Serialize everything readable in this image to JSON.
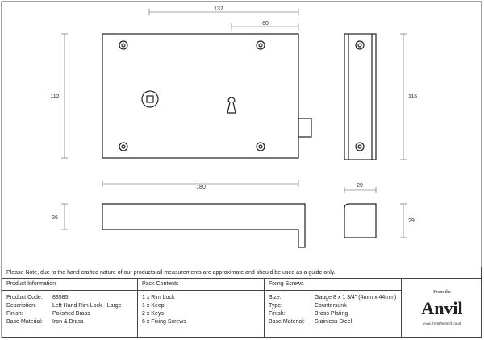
{
  "dimensions": {
    "top_width": "137",
    "keyhole_offset": "60",
    "height": "112",
    "length": "180",
    "side_height": "116",
    "side_depth": "29",
    "bottom_height": "26",
    "keep_height": "29"
  },
  "note": "Please Note, due to the hand crafted nature of our products all measurements are approximate and should be used as a guide only.",
  "product_info": {
    "title": "Product Information",
    "rows": [
      {
        "label": "Product Code:",
        "value": "83585"
      },
      {
        "label": "Description:",
        "value": "Left Hand Rim Lock - Large"
      },
      {
        "label": "Finish:",
        "value": "Polished Brass"
      },
      {
        "label": "Base Material:",
        "value": "Iron & Brass"
      }
    ]
  },
  "pack_contents": {
    "title": "Pack Contents",
    "items": [
      "1 x Rim Lock",
      "1 x Keep",
      "2 x Keys",
      "6 x Fixing Screws"
    ]
  },
  "fixing_screws": {
    "title": "Fixing Screws",
    "rows": [
      {
        "label": "Size:",
        "value": "Gauge 8 x 1 3/4\" (4mm x 44mm)"
      },
      {
        "label": "Type:",
        "value": "Countersunk"
      },
      {
        "label": "Finish:",
        "value": "Brass Plating"
      },
      {
        "label": "Base Material:",
        "value": "Stainless Steel"
      }
    ]
  },
  "logo": {
    "from": "From the",
    "name": "Anvil",
    "url": "www.fromtheanvil.co.uk"
  }
}
